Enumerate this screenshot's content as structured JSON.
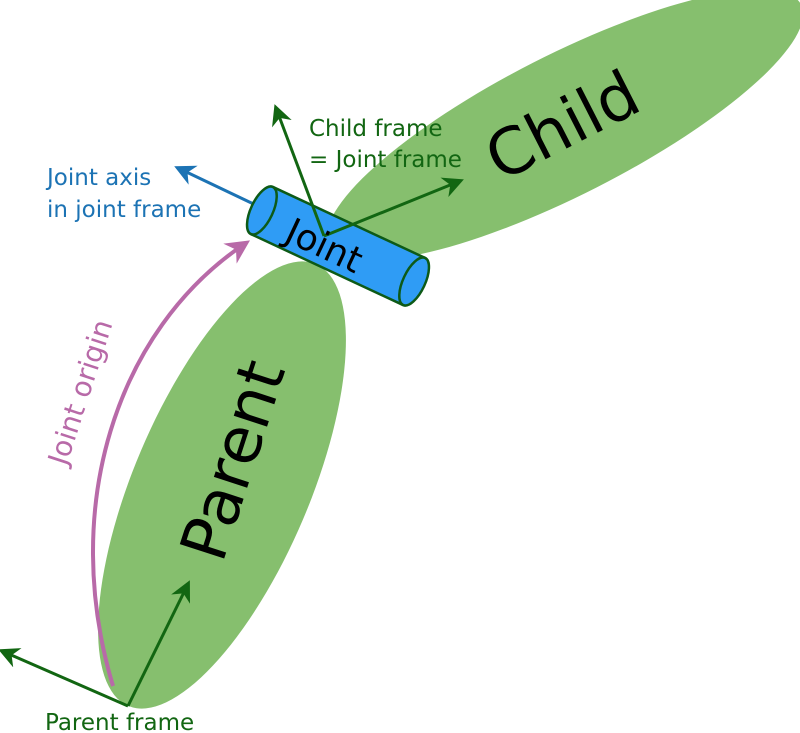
{
  "labels": {
    "parent": "Parent",
    "child": "Child",
    "joint": "Joint",
    "joint_origin": "Joint origin",
    "joint_axis_line1": "Joint axis",
    "joint_axis_line2": "in joint frame",
    "child_frame_line1": "Child frame",
    "child_frame_line2": "= Joint frame",
    "parent_frame": "Parent frame"
  },
  "colors": {
    "link_fill": "#86bf6e",
    "joint_fill": "#2f9cf5",
    "joint_stroke": "#0d5a17",
    "frame_arrow": "#126612",
    "axis_arrow": "#1c73b4",
    "origin_arrow": "#b86aa8",
    "text": "#000000"
  }
}
